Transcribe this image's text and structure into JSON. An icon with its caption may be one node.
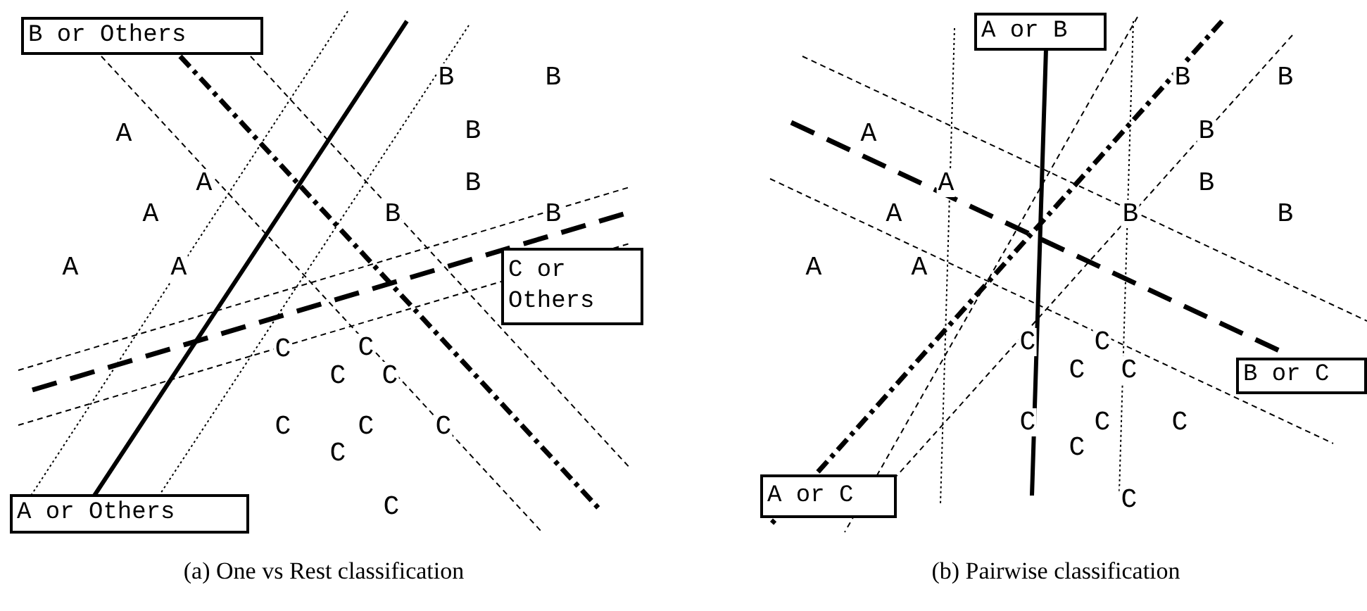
{
  "diagram": {
    "nodes": [
      {
        "text": [
          "B or Others"
        ]
      },
      {
        "text": [
          "C or Others"
        ]
      },
      {
        "text": [
          "A or Others"
        ]
      },
      {
        "text": [
          "A or B"
        ]
      },
      {
        "text": [
          "B or C"
        ]
      },
      {
        "text": [
          "A or C"
        ]
      }
    ],
    "labels": [
      "B",
      "B",
      "A",
      "B",
      "A",
      "B",
      "A",
      "B",
      "B",
      "A",
      "A",
      "C",
      "C",
      "C",
      "C",
      "C",
      "C",
      "C",
      "C",
      "C",
      "B",
      "B",
      "A",
      "B",
      "A",
      "B",
      "A",
      "B",
      "B",
      "A",
      "A",
      "C",
      "C",
      "C",
      "C",
      "C",
      "C",
      "C",
      "C",
      "C",
      "(a) One vs Rest classification",
      "(b) Pairwise classification"
    ]
  }
}
